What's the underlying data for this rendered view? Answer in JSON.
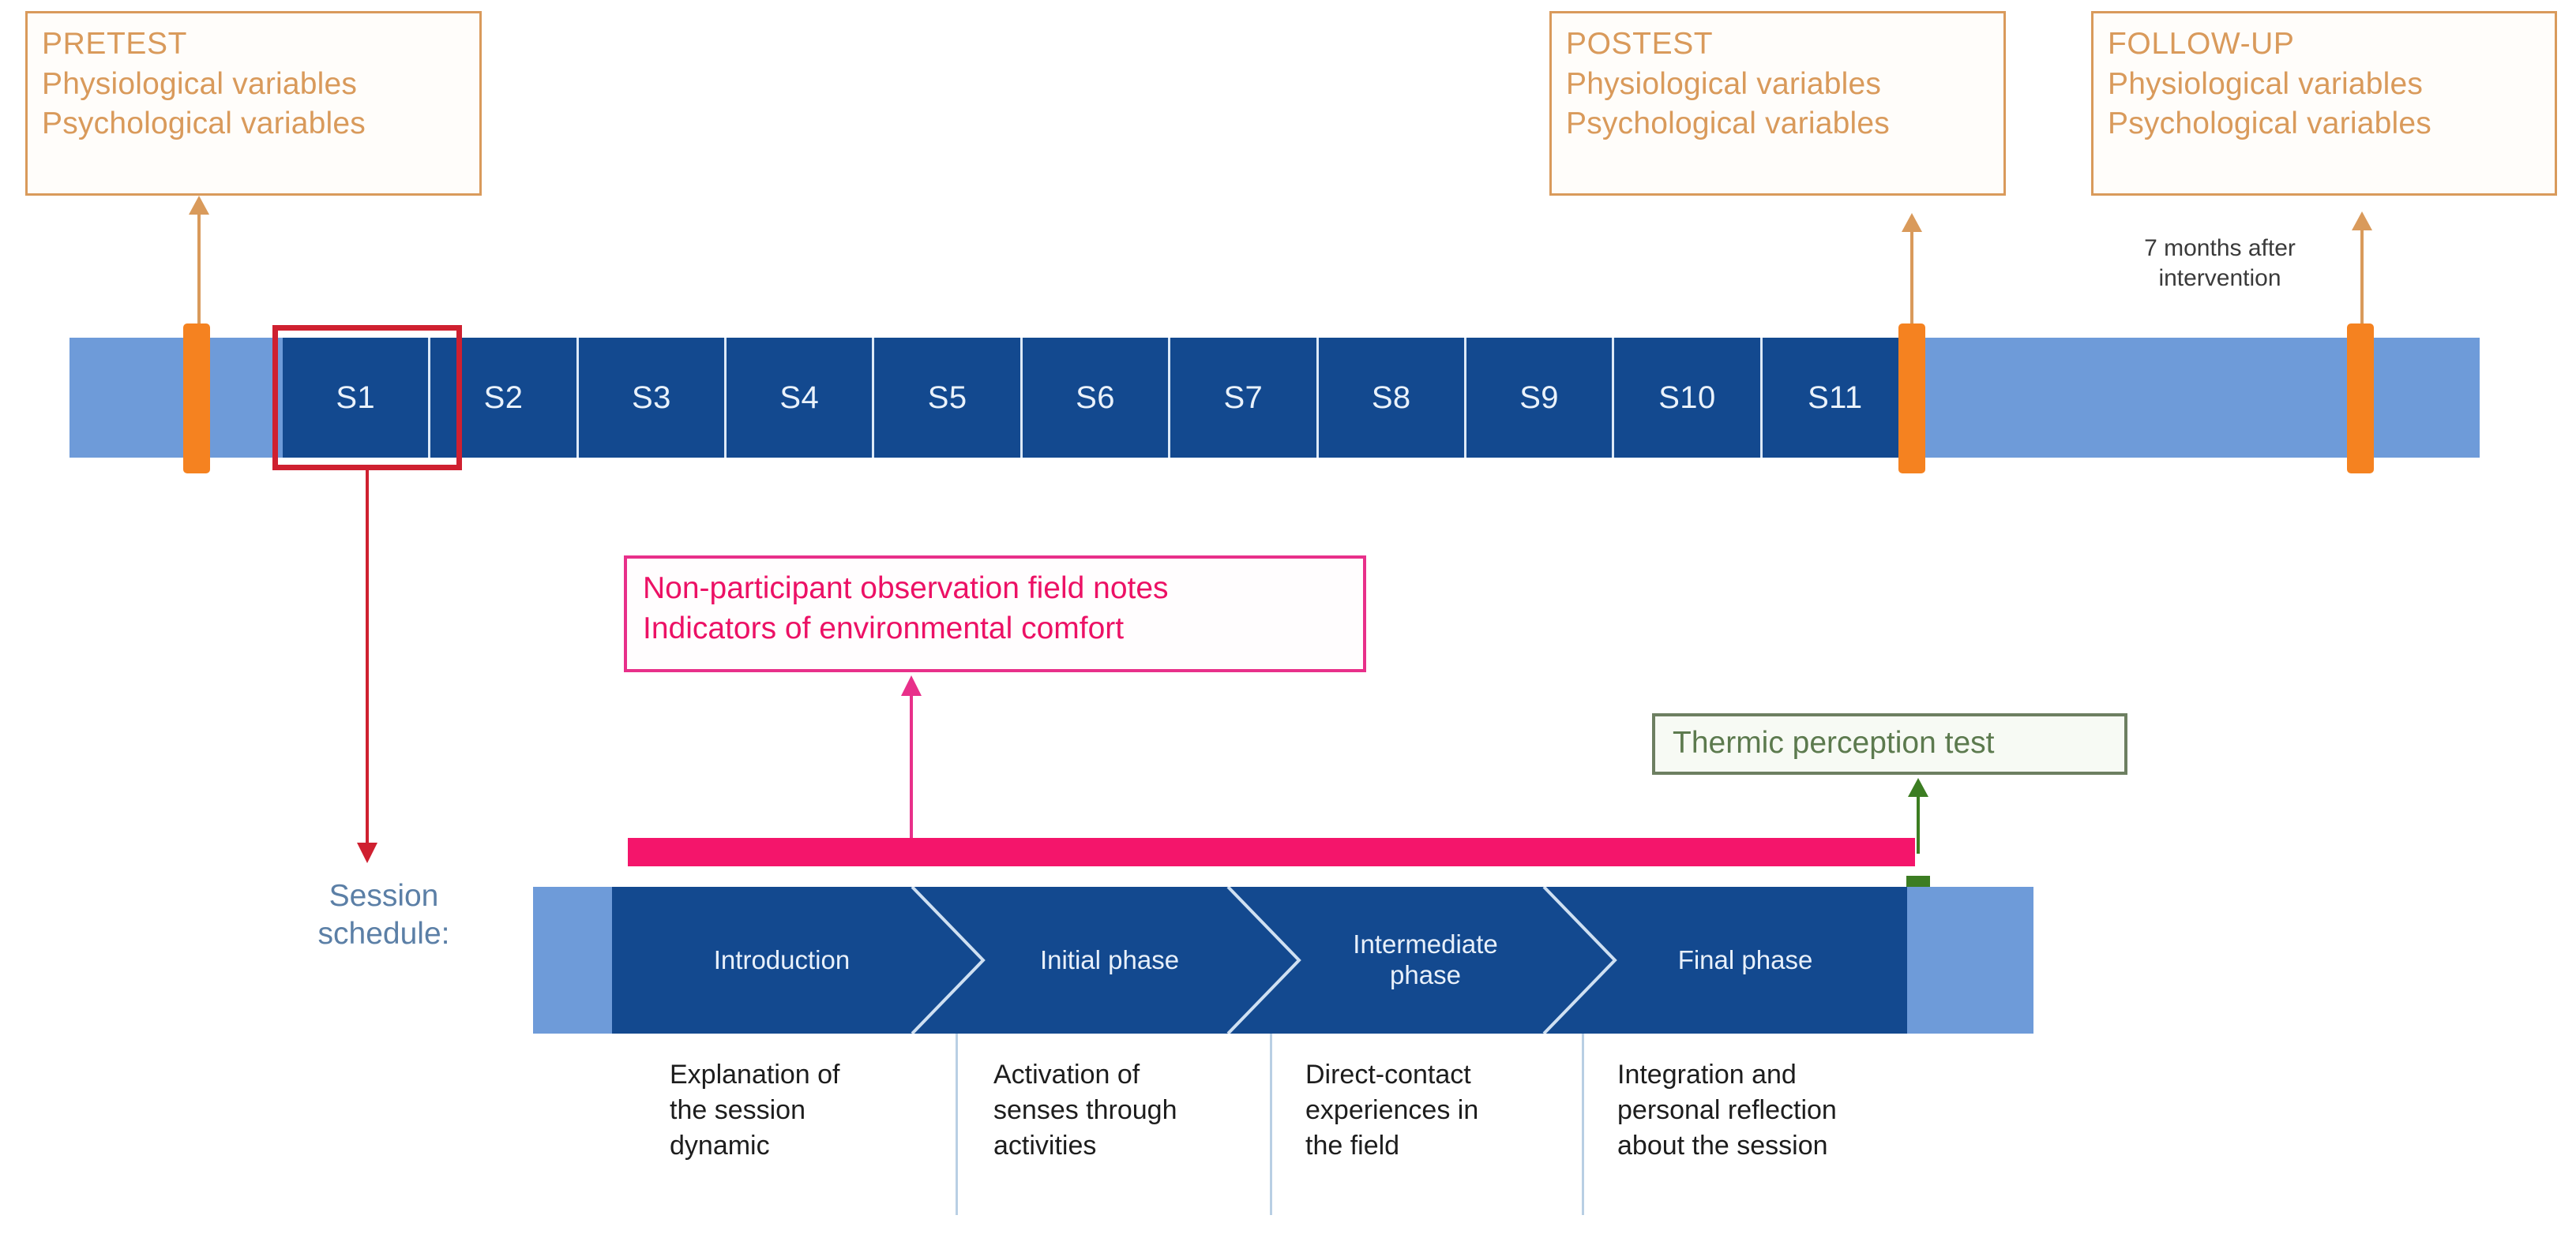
{
  "colors": {
    "orange_accent": "#f58220",
    "orange_box_border": "#d99a5b",
    "orange_box_text": "#d99a5b",
    "timeline_light_blue": "#6e9bd9",
    "timeline_dark_blue": "#13498f",
    "session_divider": "#dce9f7",
    "highlight_red": "#cf2030",
    "pink": "#ec1165",
    "pink_bar": "#f4156b",
    "green": "#3c7d22",
    "green_box_border": "#6d7f61",
    "schedule_label_blue": "#5b7fa6"
  },
  "assessments": [
    {
      "id": "pretest",
      "title": "PRETEST",
      "line1": "Physiological variables",
      "line2": "Psychological variables"
    },
    {
      "id": "postest",
      "title": "POSTEST",
      "line1": "Physiological variables",
      "line2": "Psychological variables"
    },
    {
      "id": "followup",
      "title": "FOLLOW-UP",
      "line1": "Physiological variables",
      "line2": "Psychological variables"
    }
  ],
  "followup_note": {
    "line1": "7 months after",
    "line2": "intervention"
  },
  "timeline": {
    "sessions": [
      "S1",
      "S2",
      "S3",
      "S4",
      "S5",
      "S6",
      "S7",
      "S8",
      "S9",
      "S10",
      "S11"
    ],
    "highlighted_session": "S1"
  },
  "observation_box": {
    "line1": "Non-participant observation field notes",
    "line2": "Indicators of environmental comfort"
  },
  "thermic_box": {
    "label": "Thermic perception test"
  },
  "schedule_label": {
    "line1": "Session",
    "line2": "schedule:"
  },
  "session_schedule": {
    "phases": [
      {
        "name": "Introduction",
        "name_line1": "Introduction",
        "name_line2": "",
        "desc": [
          "Explanation of",
          "the session",
          "dynamic"
        ]
      },
      {
        "name": "Initial phase",
        "name_line1": "Initial phase",
        "name_line2": "",
        "desc": [
          "Activation of",
          "senses through",
          "activities"
        ]
      },
      {
        "name": "Intermediate phase",
        "name_line1": "Intermediate",
        "name_line2": "phase",
        "desc": [
          "Direct-contact",
          "experiences in",
          "the field"
        ]
      },
      {
        "name": "Final phase",
        "name_line1": "Final phase",
        "name_line2": "",
        "desc": [
          "Integration and",
          "personal reflection",
          "about the session"
        ]
      }
    ]
  }
}
